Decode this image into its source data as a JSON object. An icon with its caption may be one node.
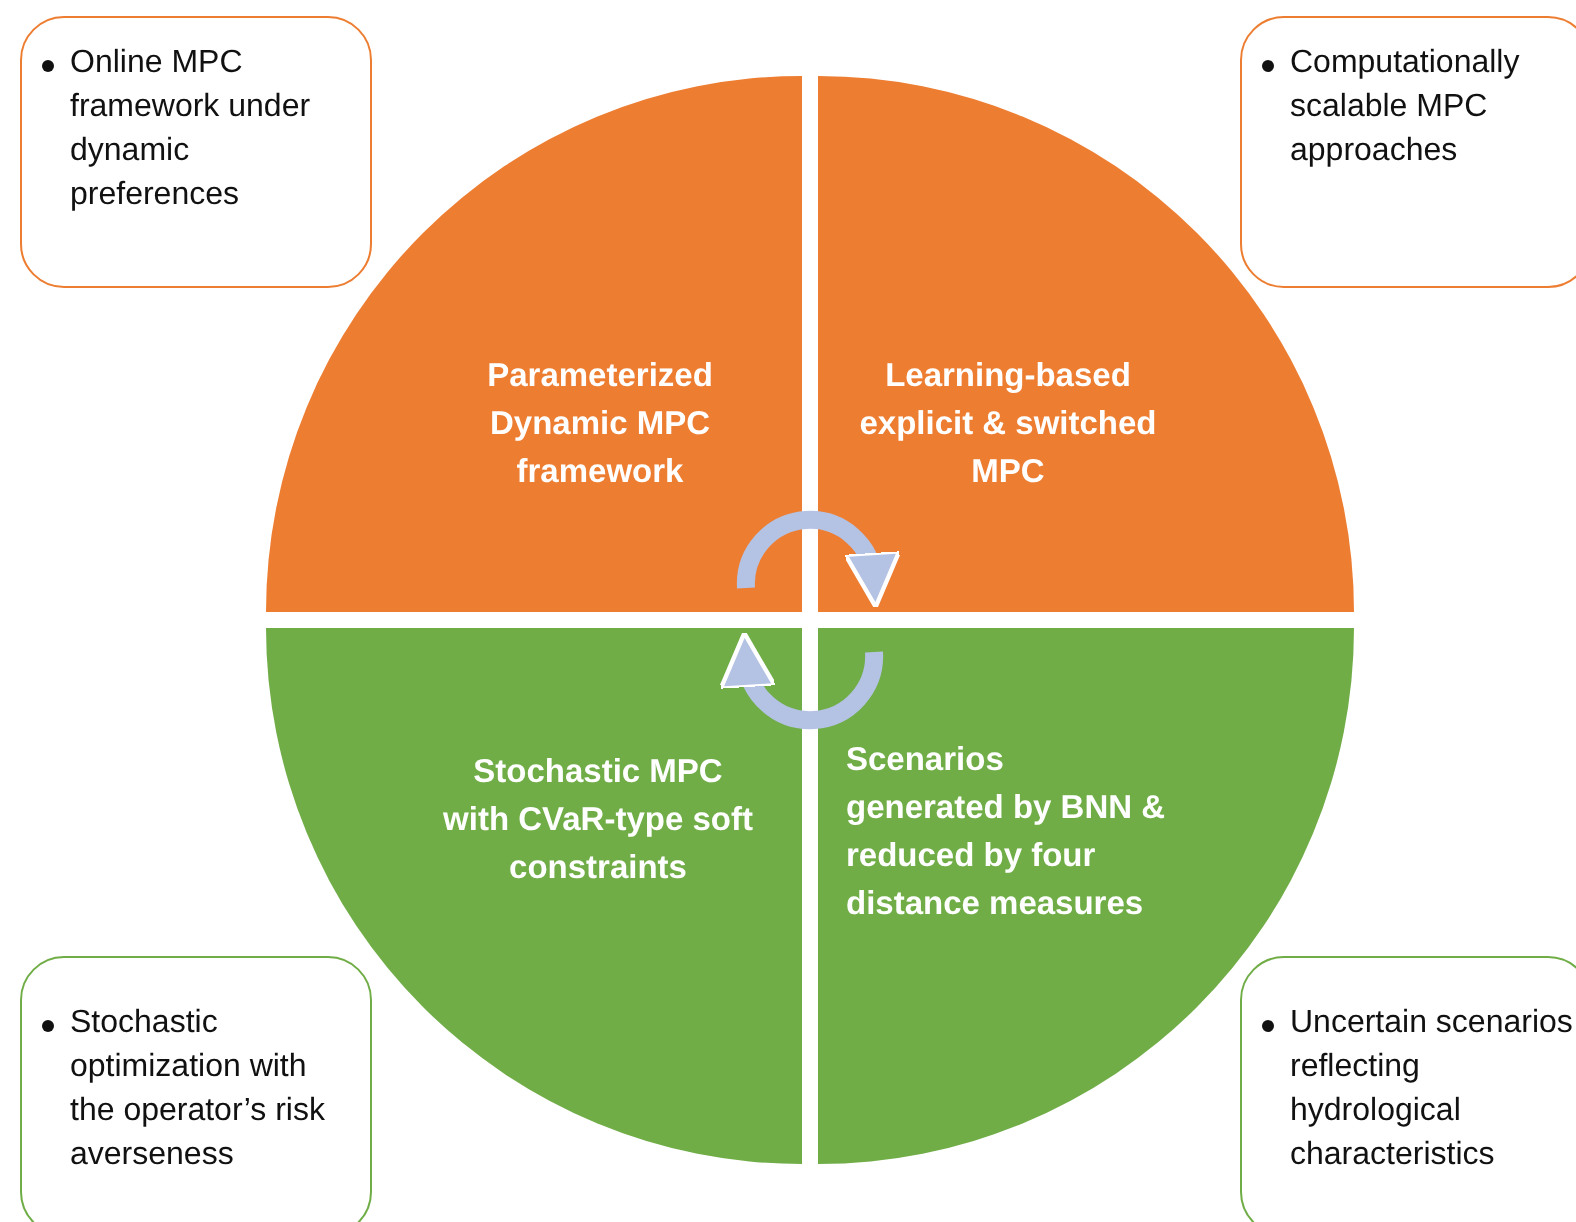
{
  "diagram": {
    "nodes": [
      {
        "text": [
          "Online MPC framework under dynamic preferences"
        ]
      },
      {
        "text": [
          "Computationally scalable MPC approaches"
        ]
      },
      {
        "text": [
          "Parameterized Dynamic MPC framework"
        ]
      },
      {
        "text": [
          "Learning-based explicit & switched MPC"
        ]
      },
      {
        "text": [
          "Stochastic MPC with CVaR-type soft constraints"
        ]
      },
      {
        "text": [
          "Scenarios generated by BNN & reduced by four distance measures"
        ]
      },
      {
        "text": [
          "Stochastic optimization with the operator’s risk averseness"
        ]
      },
      {
        "text": [
          "Uncertain scenarios reflecting hydrological characteristics"
        ]
      }
    ],
    "edges": [
      {
        "from": 2,
        "to": 3,
        "arrow": "to"
      },
      {
        "from": 5,
        "to": 4,
        "arrow": "to"
      }
    ]
  }
}
